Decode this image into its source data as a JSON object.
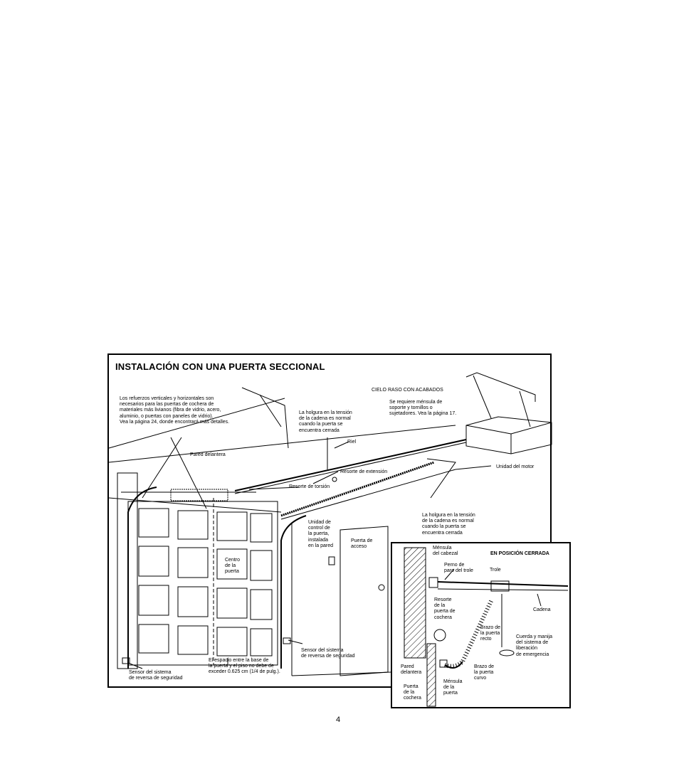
{
  "title": "INSTALACIÓN CON UNA PUERTA SECCIONAL",
  "labels": {
    "reinforcement_note": "Los refuerzos verticales y horizontales son\nnecesarios para las puertas de cochera de\nmateriales más livianos (fibra de vidrio, acero,\naluminio, o puertas con paneles de vidrio).\nVea la página 24, donde encontrará más detalles.",
    "ceiling": "CIELO RASO CON ACABADOS",
    "ceiling_note": "Se requiere ménsula de\nsoporte y tornillos o\nsujetadores. Vea la página 17.",
    "chain_slack_top": "La holgura en la tensión\nde la cadena es normal\ncuando la puerta se\nencuentra cerrada",
    "rail": "Riel",
    "front_wall": "Pared delantera",
    "extension_spring": "Resorte de extensión",
    "torsion_spring": "Resorte de torsión",
    "motor_unit": "Unidad del motor",
    "chain_slack_right": "La holgura en la tensión\nde la cadena es normal\ncuando la puerta se\nencuentra cerrada",
    "door_control": "Unidad de\ncontrol de\nla puerta,\ninstalada\nen la pared",
    "access_door": "Puerta de\nacceso",
    "door_center": "Centro\nde la\npuerta",
    "gap_note": "El espacio entre la base de\nla puerta y el piso no debe de\nexceder 0.625 cm (1/4 de pulg.).",
    "sensor_right": "Sensor del sistema\nde reversa de seguridad",
    "sensor_left": "Sensor del sistema\nde reversa de seguridad"
  },
  "inset": {
    "title": "EN POSICIÓN CERRADA",
    "header_bracket": "Ménsula\ndel cabezal",
    "trolley_stop_bolt": "Perno de\nparo del trole",
    "trolley": "Trole",
    "chain": "Cadena",
    "door_spring": "Resorte\nde la\npuerta de\ncochera",
    "straight_arm": "Brazo de\nla puerta\nrecto",
    "release_cord": "Cuerda y manija\ndel sistema de\nliberación\nde emergencia",
    "curved_arm": "Brazo de\nla puerta\ncurvo",
    "front_wall": "Pared\ndelantera",
    "door_bracket": "Ménsula\nde la\npuerta",
    "garage_door": "Puerta\nde la\ncochera"
  },
  "page_number": "4"
}
